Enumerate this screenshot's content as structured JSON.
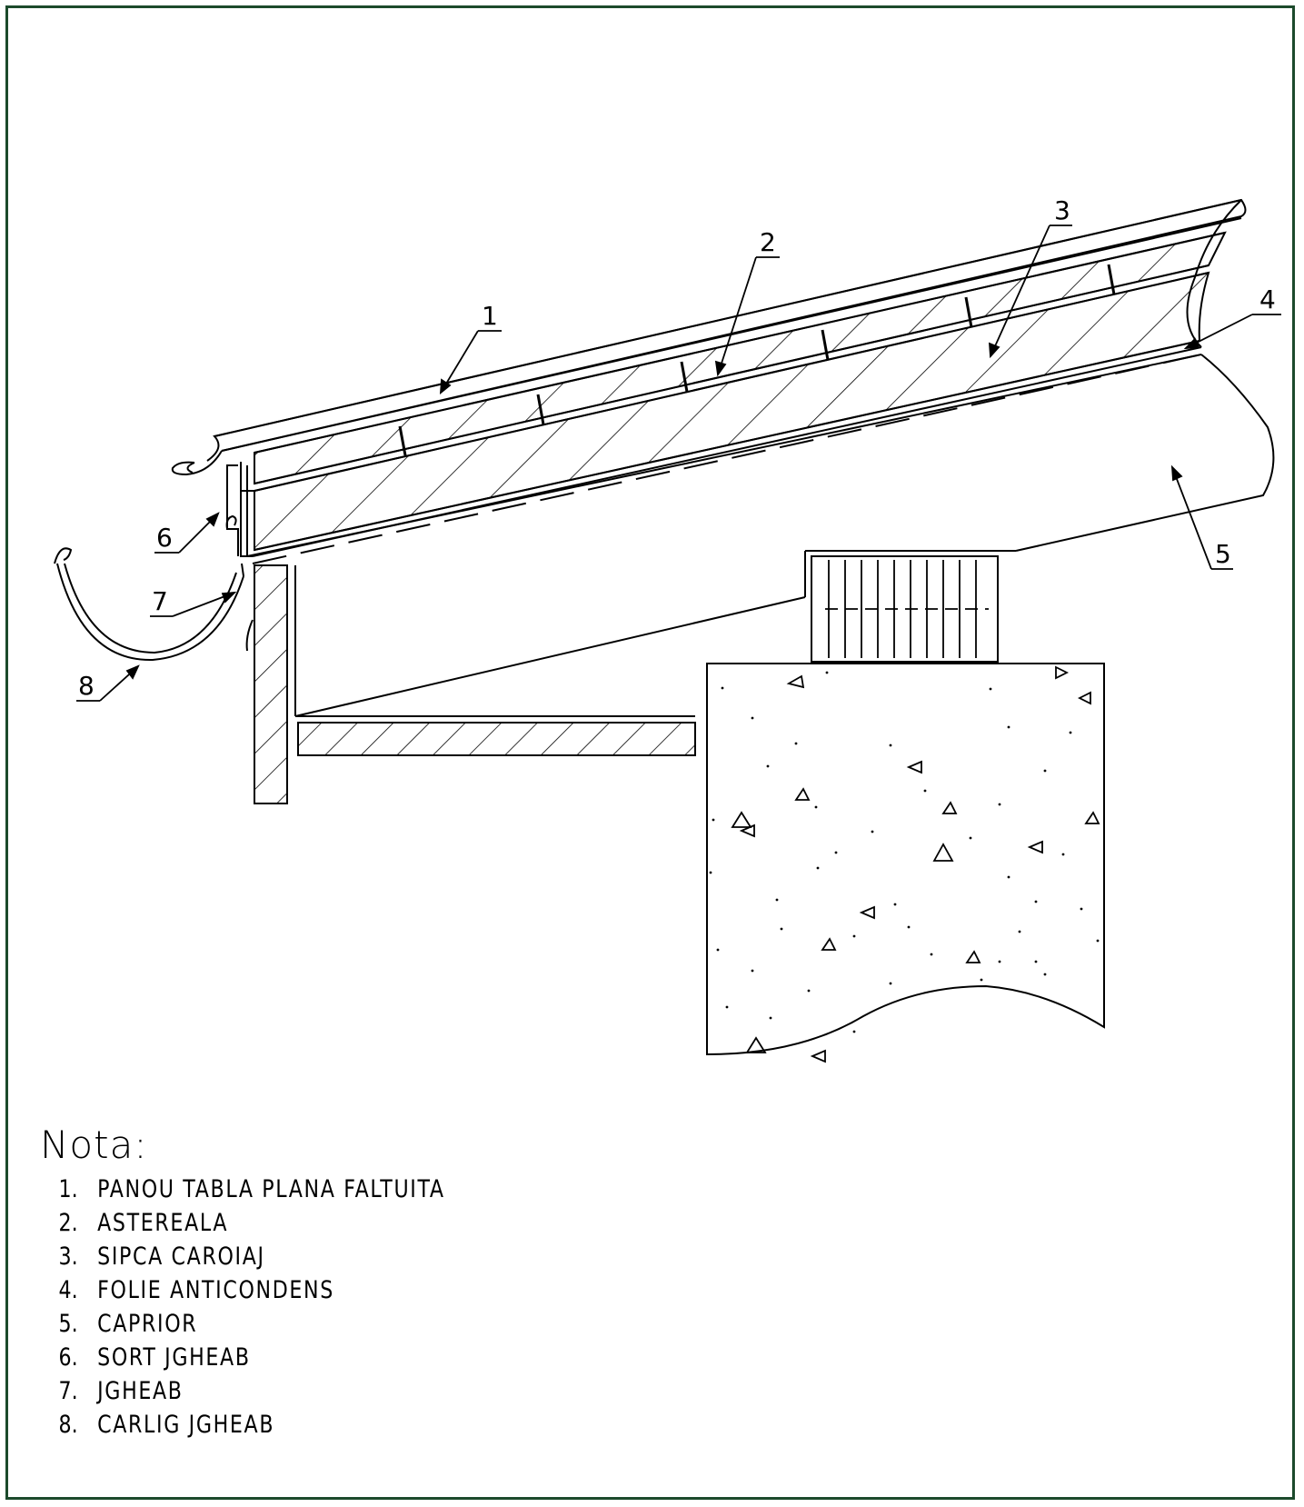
{
  "callouts": [
    "1",
    "2",
    "3",
    "4",
    "5",
    "6",
    "7",
    "8"
  ],
  "legend": {
    "title": "Nota:",
    "items": [
      {
        "num": "1.",
        "text": "PANOU TABLA PLANA FALTUITA"
      },
      {
        "num": "2.",
        "text": "ASTEREALA"
      },
      {
        "num": "3.",
        "text": "SIPCA CAROIAJ"
      },
      {
        "num": "4.",
        "text": "FOLIE ANTICONDENS"
      },
      {
        "num": "5.",
        "text": "CAPRIOR"
      },
      {
        "num": "6.",
        "text": "SORT JGHEAB"
      },
      {
        "num": "7.",
        "text": "JGHEAB"
      },
      {
        "num": "8.",
        "text": "CARLIG JGHEAB"
      }
    ]
  },
  "colors": {
    "frame": "#1c4a2c",
    "line": "#000000"
  }
}
